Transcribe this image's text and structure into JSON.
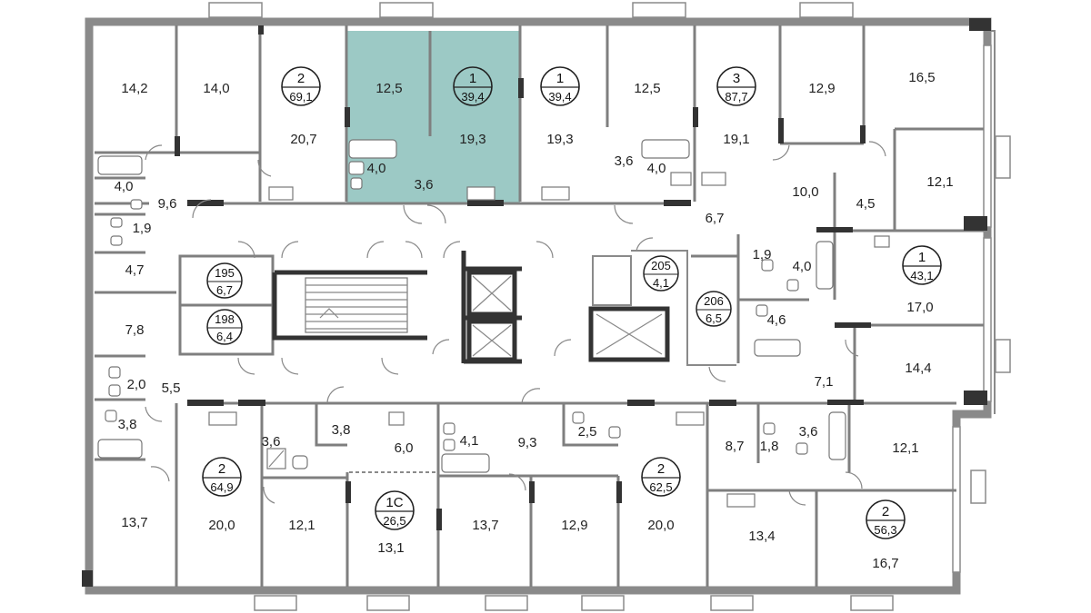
{
  "highlight_color": "#9cc9c5",
  "apartments": [
    {
      "id": "apt-a",
      "rooms": "2",
      "area": "69,1"
    },
    {
      "id": "apt-b",
      "rooms": "1",
      "area": "39,4",
      "highlighted": true
    },
    {
      "id": "apt-c",
      "rooms": "1",
      "area": "39,4"
    },
    {
      "id": "apt-d",
      "rooms": "3",
      "area": "87,7"
    },
    {
      "id": "apt-e",
      "rooms": "1",
      "area": "43,1"
    },
    {
      "id": "apt-f",
      "rooms": "2",
      "area": "64,9"
    },
    {
      "id": "apt-g",
      "rooms": "1С",
      "area": "26,5"
    },
    {
      "id": "apt-h",
      "rooms": "2",
      "area": "62,5"
    },
    {
      "id": "apt-i",
      "rooms": "2",
      "area": "56,3"
    }
  ],
  "storage_units": [
    {
      "number": "195",
      "area": "6,7"
    },
    {
      "number": "198",
      "area": "6,4"
    },
    {
      "number": "205",
      "area": "4,1"
    },
    {
      "number": "206",
      "area": "6,5"
    }
  ],
  "room_areas": [
    "14,2",
    "14,0",
    "20,7",
    "12,5",
    "19,3",
    "3,6",
    "4,0",
    "19,3",
    "3,6",
    "4,0",
    "12,5",
    "19,1",
    "12,9",
    "16,5",
    "12,1",
    "10,0",
    "4,5",
    "6,7",
    "1,9",
    "4,0",
    "17,0",
    "4,6",
    "14,4",
    "7,1",
    "4,0",
    "9,6",
    "1,9",
    "4,7",
    "7,8",
    "2,0",
    "5,5",
    "3,8",
    "13,7",
    "20,0",
    "3,6",
    "3,8",
    "6,0",
    "12,1",
    "13,1",
    "4,1",
    "9,3",
    "2,5",
    "13,7",
    "12,9",
    "20,0",
    "8,7",
    "1,8",
    "3,6",
    "12,1",
    "13,4",
    "16,7"
  ]
}
